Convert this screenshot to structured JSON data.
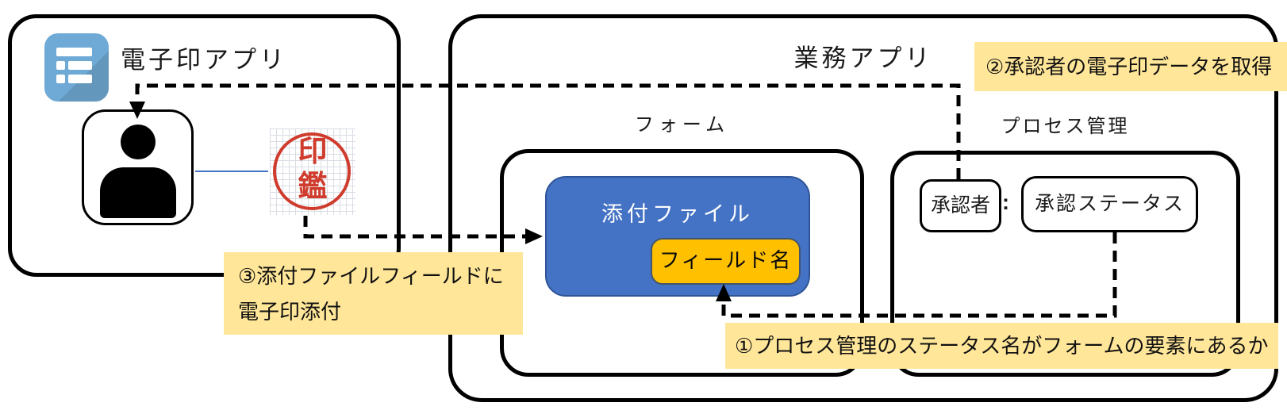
{
  "colors": {
    "accent_blue": "#4472C4",
    "accent_blue_dark": "#2F5597",
    "orange": "#FFC000",
    "note_yellow": "#FFE699",
    "seal_red": "#CF3B2C",
    "icon_blue": "#6FA9D6",
    "connector": "#000000"
  },
  "left_app": {
    "title": "電子印アプリ",
    "icon": "form-app-icon",
    "seal": {
      "char1": "印",
      "char2": "鑑"
    }
  },
  "right_app": {
    "title": "業務アプリ",
    "form_section": {
      "label": "フォーム",
      "attachment_label": "添付ファイル",
      "field_label": "フィールド名"
    },
    "process_section": {
      "label": "プロセス管理",
      "approver_label": "承認者",
      "separator": ":",
      "status_label": "承認ステータス"
    }
  },
  "notes": {
    "note1": "①プロセス管理のステータス名がフォームの要素にあるか",
    "note2": "②承認者の電子印データを取得",
    "note3_line1": "③添付ファイルフィールドに",
    "note3_line2": "電子印添付"
  }
}
